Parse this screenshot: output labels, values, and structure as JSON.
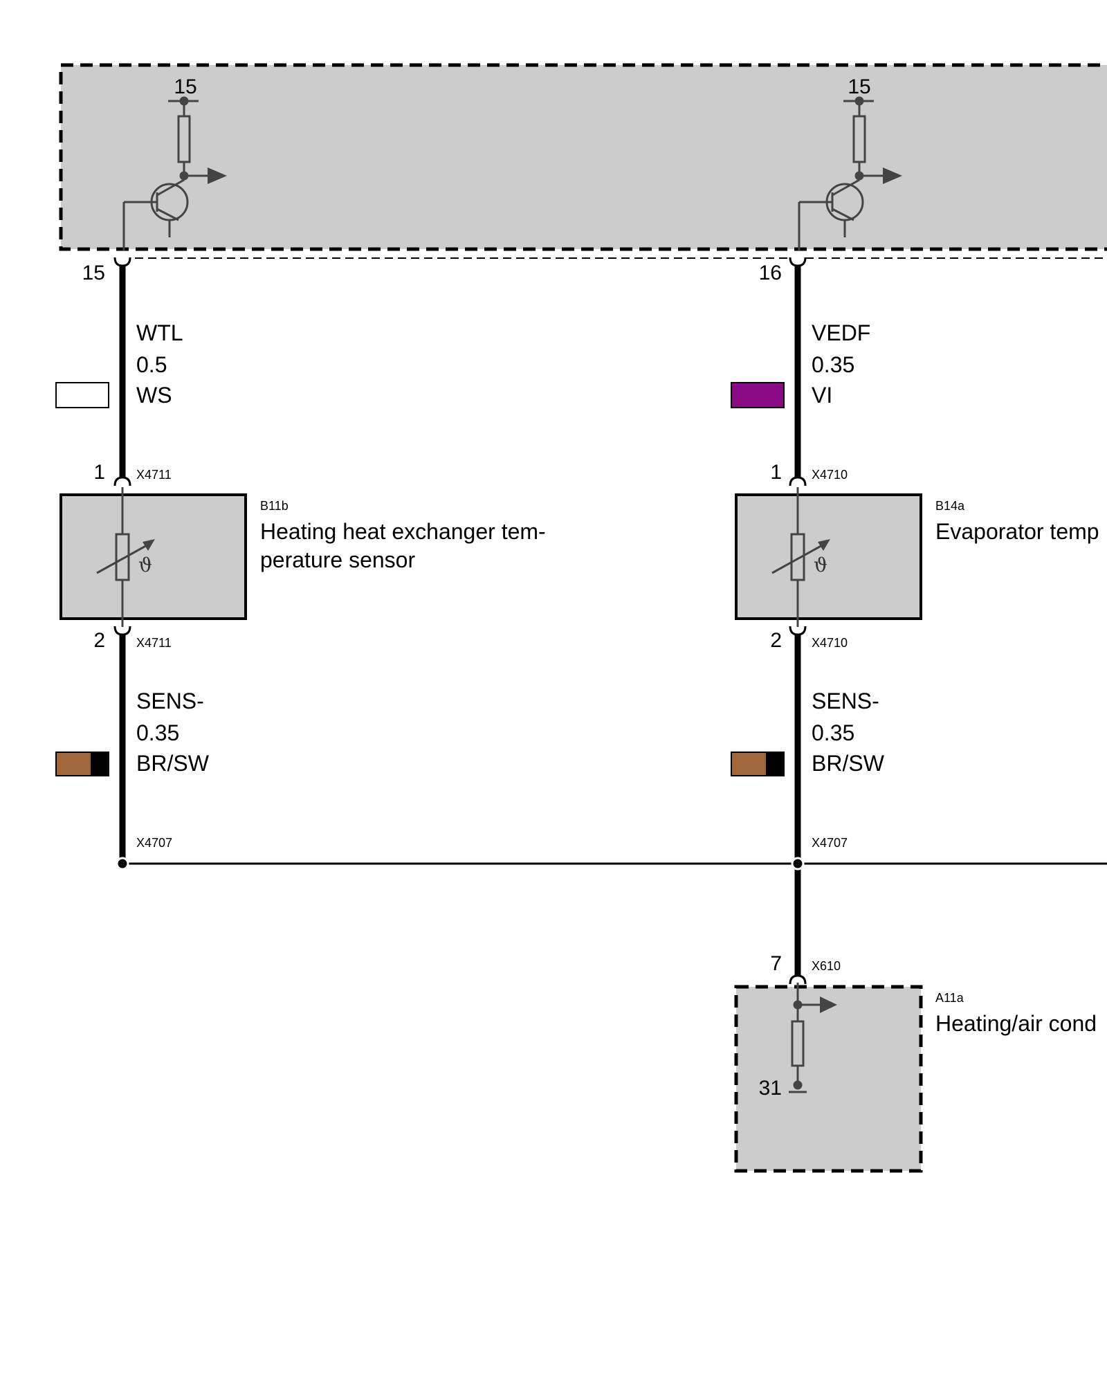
{
  "colors": {
    "module_fill": "#cccccc",
    "wire": "#000000",
    "symbol": "#444444",
    "ws_white": "#ffffff",
    "vi_violet": "#8b0a86",
    "br_brown": "#a0673a",
    "sw_black": "#000000"
  },
  "control_unit": {
    "supply_left": "15",
    "supply_right": "15",
    "pin_left": "15",
    "pin_right": "16"
  },
  "wires": {
    "left_top": {
      "signal": "WTL",
      "gauge": "0.5",
      "color_code": "WS"
    },
    "right_top": {
      "signal": "VEDF",
      "gauge": "0.35",
      "color_code": "VI"
    },
    "left_bottom": {
      "signal": "SENS-",
      "gauge": "0.35",
      "color_code": "BR/SW"
    },
    "right_bottom": {
      "signal": "SENS-",
      "gauge": "0.35",
      "color_code": "BR/SW"
    }
  },
  "sensor_left": {
    "id": "B11b",
    "name_line1": "Heating heat exchanger tem-",
    "name_line2": "perature sensor",
    "connector": "X4711",
    "pin_top": "1",
    "pin_bottom": "2",
    "symbol": "ϑ"
  },
  "sensor_right": {
    "id": "B14a",
    "name_line1": "Evaporator temp",
    "connector": "X4710",
    "pin_top": "1",
    "pin_bottom": "2",
    "symbol": "ϑ"
  },
  "splice": {
    "left": "X4707",
    "right": "X4707"
  },
  "module_a11a": {
    "id": "A11a",
    "name": "Heating/air cond",
    "connector": "X610",
    "pin": "7",
    "ground": "31"
  }
}
